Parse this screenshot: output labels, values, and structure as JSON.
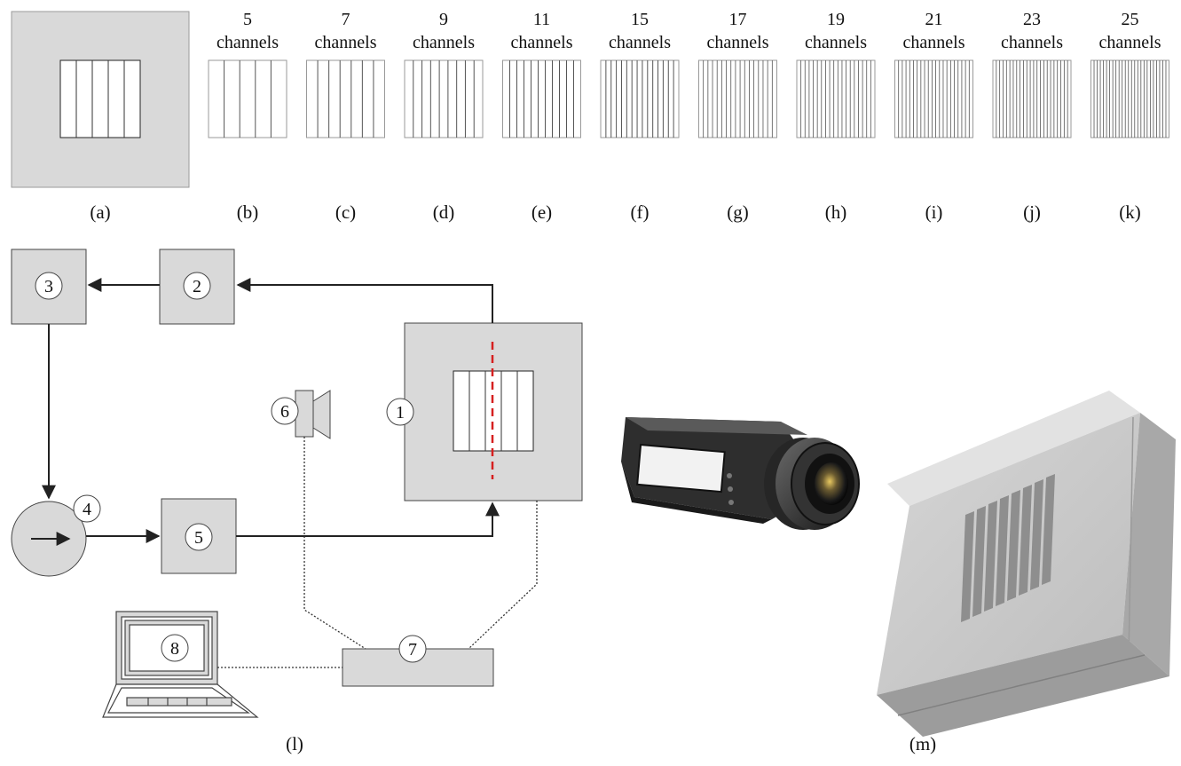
{
  "channel_panels": [
    {
      "count": "5",
      "unit": "channels",
      "caption": "(b)"
    },
    {
      "count": "7",
      "unit": "channels",
      "caption": "(c)"
    },
    {
      "count": "9",
      "unit": "channels",
      "caption": "(d)"
    },
    {
      "count": "11",
      "unit": "channels",
      "caption": "(e)"
    },
    {
      "count": "15",
      "unit": "channels",
      "caption": "(f)"
    },
    {
      "count": "17",
      "unit": "channels",
      "caption": "(g)"
    },
    {
      "count": "19",
      "unit": "channels",
      "caption": "(h)"
    },
    {
      "count": "21",
      "unit": "channels",
      "caption": "(i)"
    },
    {
      "count": "23",
      "unit": "channels",
      "caption": "(j)"
    },
    {
      "count": "25",
      "unit": "channels",
      "caption": "(k)"
    }
  ],
  "captions": {
    "a": "(a)",
    "l": "(l)",
    "m": "(m)"
  },
  "nodes": {
    "n1": "1",
    "n2": "2",
    "n3": "3",
    "n4": "4",
    "n5": "5",
    "n6": "6",
    "n7": "7",
    "n8": "8"
  },
  "colors": {
    "panel_fill": "#d9d9d9",
    "line": "#222222",
    "cut_line": "#d62020",
    "camera_body": "#3a3a3a",
    "lens": "#1e1e1e",
    "housing": "#c8c8c8"
  },
  "icons": {
    "camera": "camera-icon",
    "computer": "laptop-icon",
    "pump": "pump-icon",
    "thermal_camera": "thermal-camera-image",
    "heat_sink": "heat-sink-housing-image"
  }
}
